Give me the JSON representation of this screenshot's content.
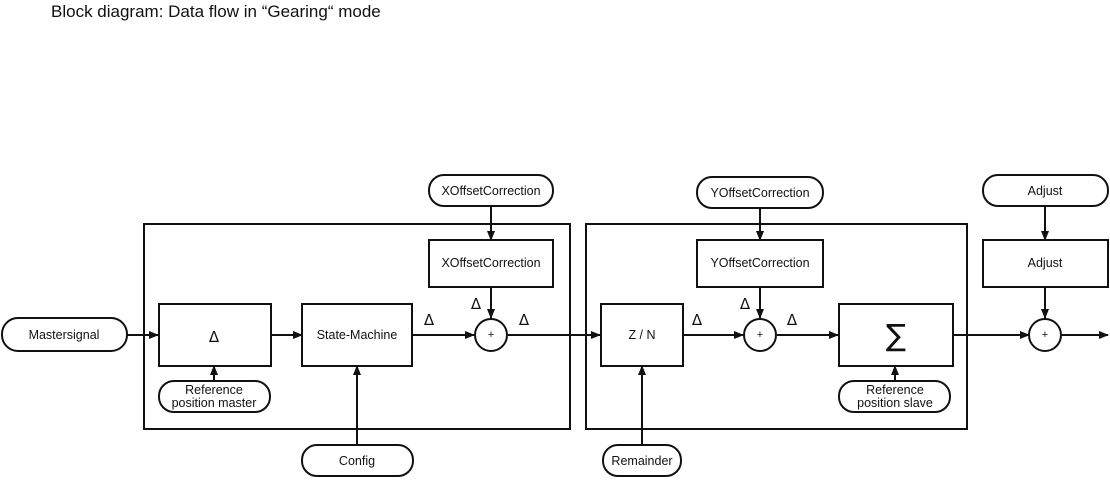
{
  "title": "Block diagram: Data flow in “Gearing“ mode",
  "inputs": {
    "mastersignal": "Mastersignal",
    "ref_master_line1": "Reference",
    "ref_master_line2": "position master",
    "config": "Config",
    "x_offset": "XOffsetCorrection",
    "y_offset": "YOffsetCorrection",
    "remainder": "Remainder",
    "ref_slave_line1": "Reference",
    "ref_slave_line2": "position slave",
    "adjust": "Adjust"
  },
  "blocks": {
    "delta": "Δ",
    "state_machine": "State-Machine",
    "x_offset": "XOffsetCorrection",
    "z_n": "Z / N",
    "y_offset": "YOffsetCorrection",
    "sum": "∑",
    "adjust": "Adjust"
  },
  "signals": {
    "delta": "Δ",
    "plus": "+"
  }
}
